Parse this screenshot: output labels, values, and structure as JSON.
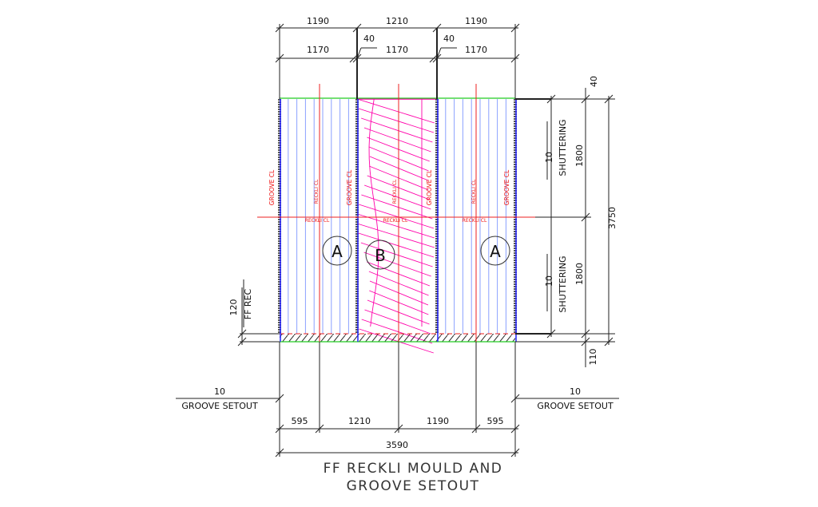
{
  "top_dims_row1": [
    "1190",
    "1210",
    "1190"
  ],
  "top_dims_row2": [
    "1170",
    "1170",
    "1170"
  ],
  "gap_labels": [
    "40",
    "40"
  ],
  "labels": {
    "groove_cl": "GROOVE CL",
    "reckli_cl": "RECKLI CL"
  },
  "panels": [
    "A",
    "B",
    "A"
  ],
  "right": {
    "top_gap": "40",
    "shuttering_num": "10",
    "shuttering_label": "SHUTTERING",
    "shuttering_dim": "1800",
    "total": "3750",
    "bottom": "110"
  },
  "left": {
    "value": "120",
    "label": "FF REC"
  },
  "setout": {
    "num": "10",
    "label": "GROOVE SETOUT"
  },
  "bottom_dims": [
    "595",
    "1210",
    "1190",
    "595"
  ],
  "bottom_total": "3590",
  "title": [
    "FF RECKLI MOULD AND",
    "GROOVE SETOUT"
  ]
}
